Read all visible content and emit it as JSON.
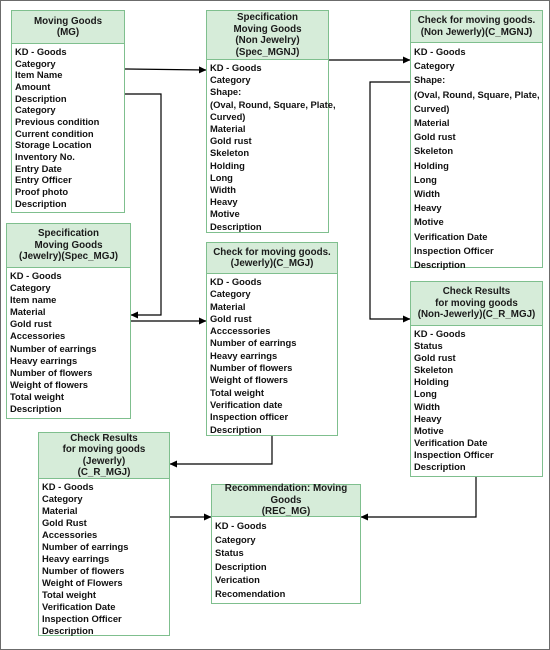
{
  "colors": {
    "header_fill": "#d6ecd9",
    "entity_border": "#7fbf8e",
    "connector": "#000000"
  },
  "entities": {
    "mg": {
      "title": [
        "Moving Goods",
        "(MG)"
      ],
      "attributes": [
        "KD - Goods",
        "Category",
        "Item Name",
        "Amount",
        "Description",
        "Category",
        "Previous condition",
        "Current condition",
        "Storage Location",
        "Inventory No.",
        "Entry Date",
        "Entry Officer",
        "Proof photo",
        "Description"
      ]
    },
    "spec_mgnj": {
      "title": [
        "Specification",
        "Moving Goods",
        "(Non Jewelry)(Spec_MGNJ)"
      ],
      "attributes": [
        "KD - Goods",
        "Category",
        "Shape:",
        "(Oval, Round, Square, Plate,",
        "Curved)",
        "Material",
        "Gold rust",
        "Skeleton",
        "Holding",
        "Long",
        "Width",
        "Heavy",
        "Motive",
        "Description"
      ]
    },
    "c_mgnj": {
      "title": [
        "Check for moving goods.",
        "(Non Jewerly)(C_MGNJ)"
      ],
      "attributes": [
        "KD - Goods",
        "Category",
        "Shape:",
        "(Oval, Round, Square, Plate,",
        "Curved)",
        "Material",
        "Gold rust",
        "Skeleton",
        "Holding",
        "Long",
        "Width",
        "Heavy",
        "Motive",
        "Verification Date",
        "Inspection Officer",
        "Description"
      ]
    },
    "spec_mgj": {
      "title": [
        "Specification",
        "Moving Goods",
        "(Jewelry)(Spec_MGJ)"
      ],
      "attributes": [
        "KD - Goods",
        "Category",
        "Item name",
        "Material",
        "Gold rust",
        "Accessories",
        "Number of earrings",
        "Heavy earrings",
        "Number of flowers",
        "Weight of flowers",
        "Total weight",
        "Description"
      ]
    },
    "c_mgj": {
      "title": [
        "Check for moving goods.",
        "(Jewerly)(C_MGJ)"
      ],
      "attributes": [
        "KD - Goods",
        "Category",
        "Material",
        "Gold rust",
        "Acccessories",
        "Number of earrings",
        "Heavy earrings",
        "Number of flowers",
        "Weight of flowers",
        "Total weight",
        "Verification date",
        "Inspection officer",
        "Description"
      ]
    },
    "c_r_mgnj": {
      "title": [
        "Check Results",
        "for moving goods",
        "(Non-Jewerly)(C_R_MGJ)"
      ],
      "attributes": [
        "KD - Goods",
        "Status",
        "Gold rust",
        "Skeleton",
        "Holding",
        "Long",
        "Width",
        "Heavy",
        "Motive",
        "Verification Date",
        "Inspection Officer",
        "Description"
      ]
    },
    "c_r_mgj": {
      "title": [
        "Check Results",
        "for moving goods (Jewerly)",
        "(C_R_MGJ)"
      ],
      "attributes": [
        "KD - Goods",
        "Category",
        "Material",
        "Gold Rust",
        "Accessories",
        "Number of earrings",
        "Heavy earrings",
        "Number of flowers",
        "Weight of Flowers",
        "Total weight",
        "Verification Date",
        "Inspection Officer",
        "Description"
      ]
    },
    "rec_mg": {
      "title": [
        "Recommendation: Moving Goods",
        "(REC_MG)"
      ],
      "attributes": [
        "KD - Goods",
        "Category",
        "Status",
        "Description",
        "Verication",
        "Recomendation"
      ]
    }
  }
}
